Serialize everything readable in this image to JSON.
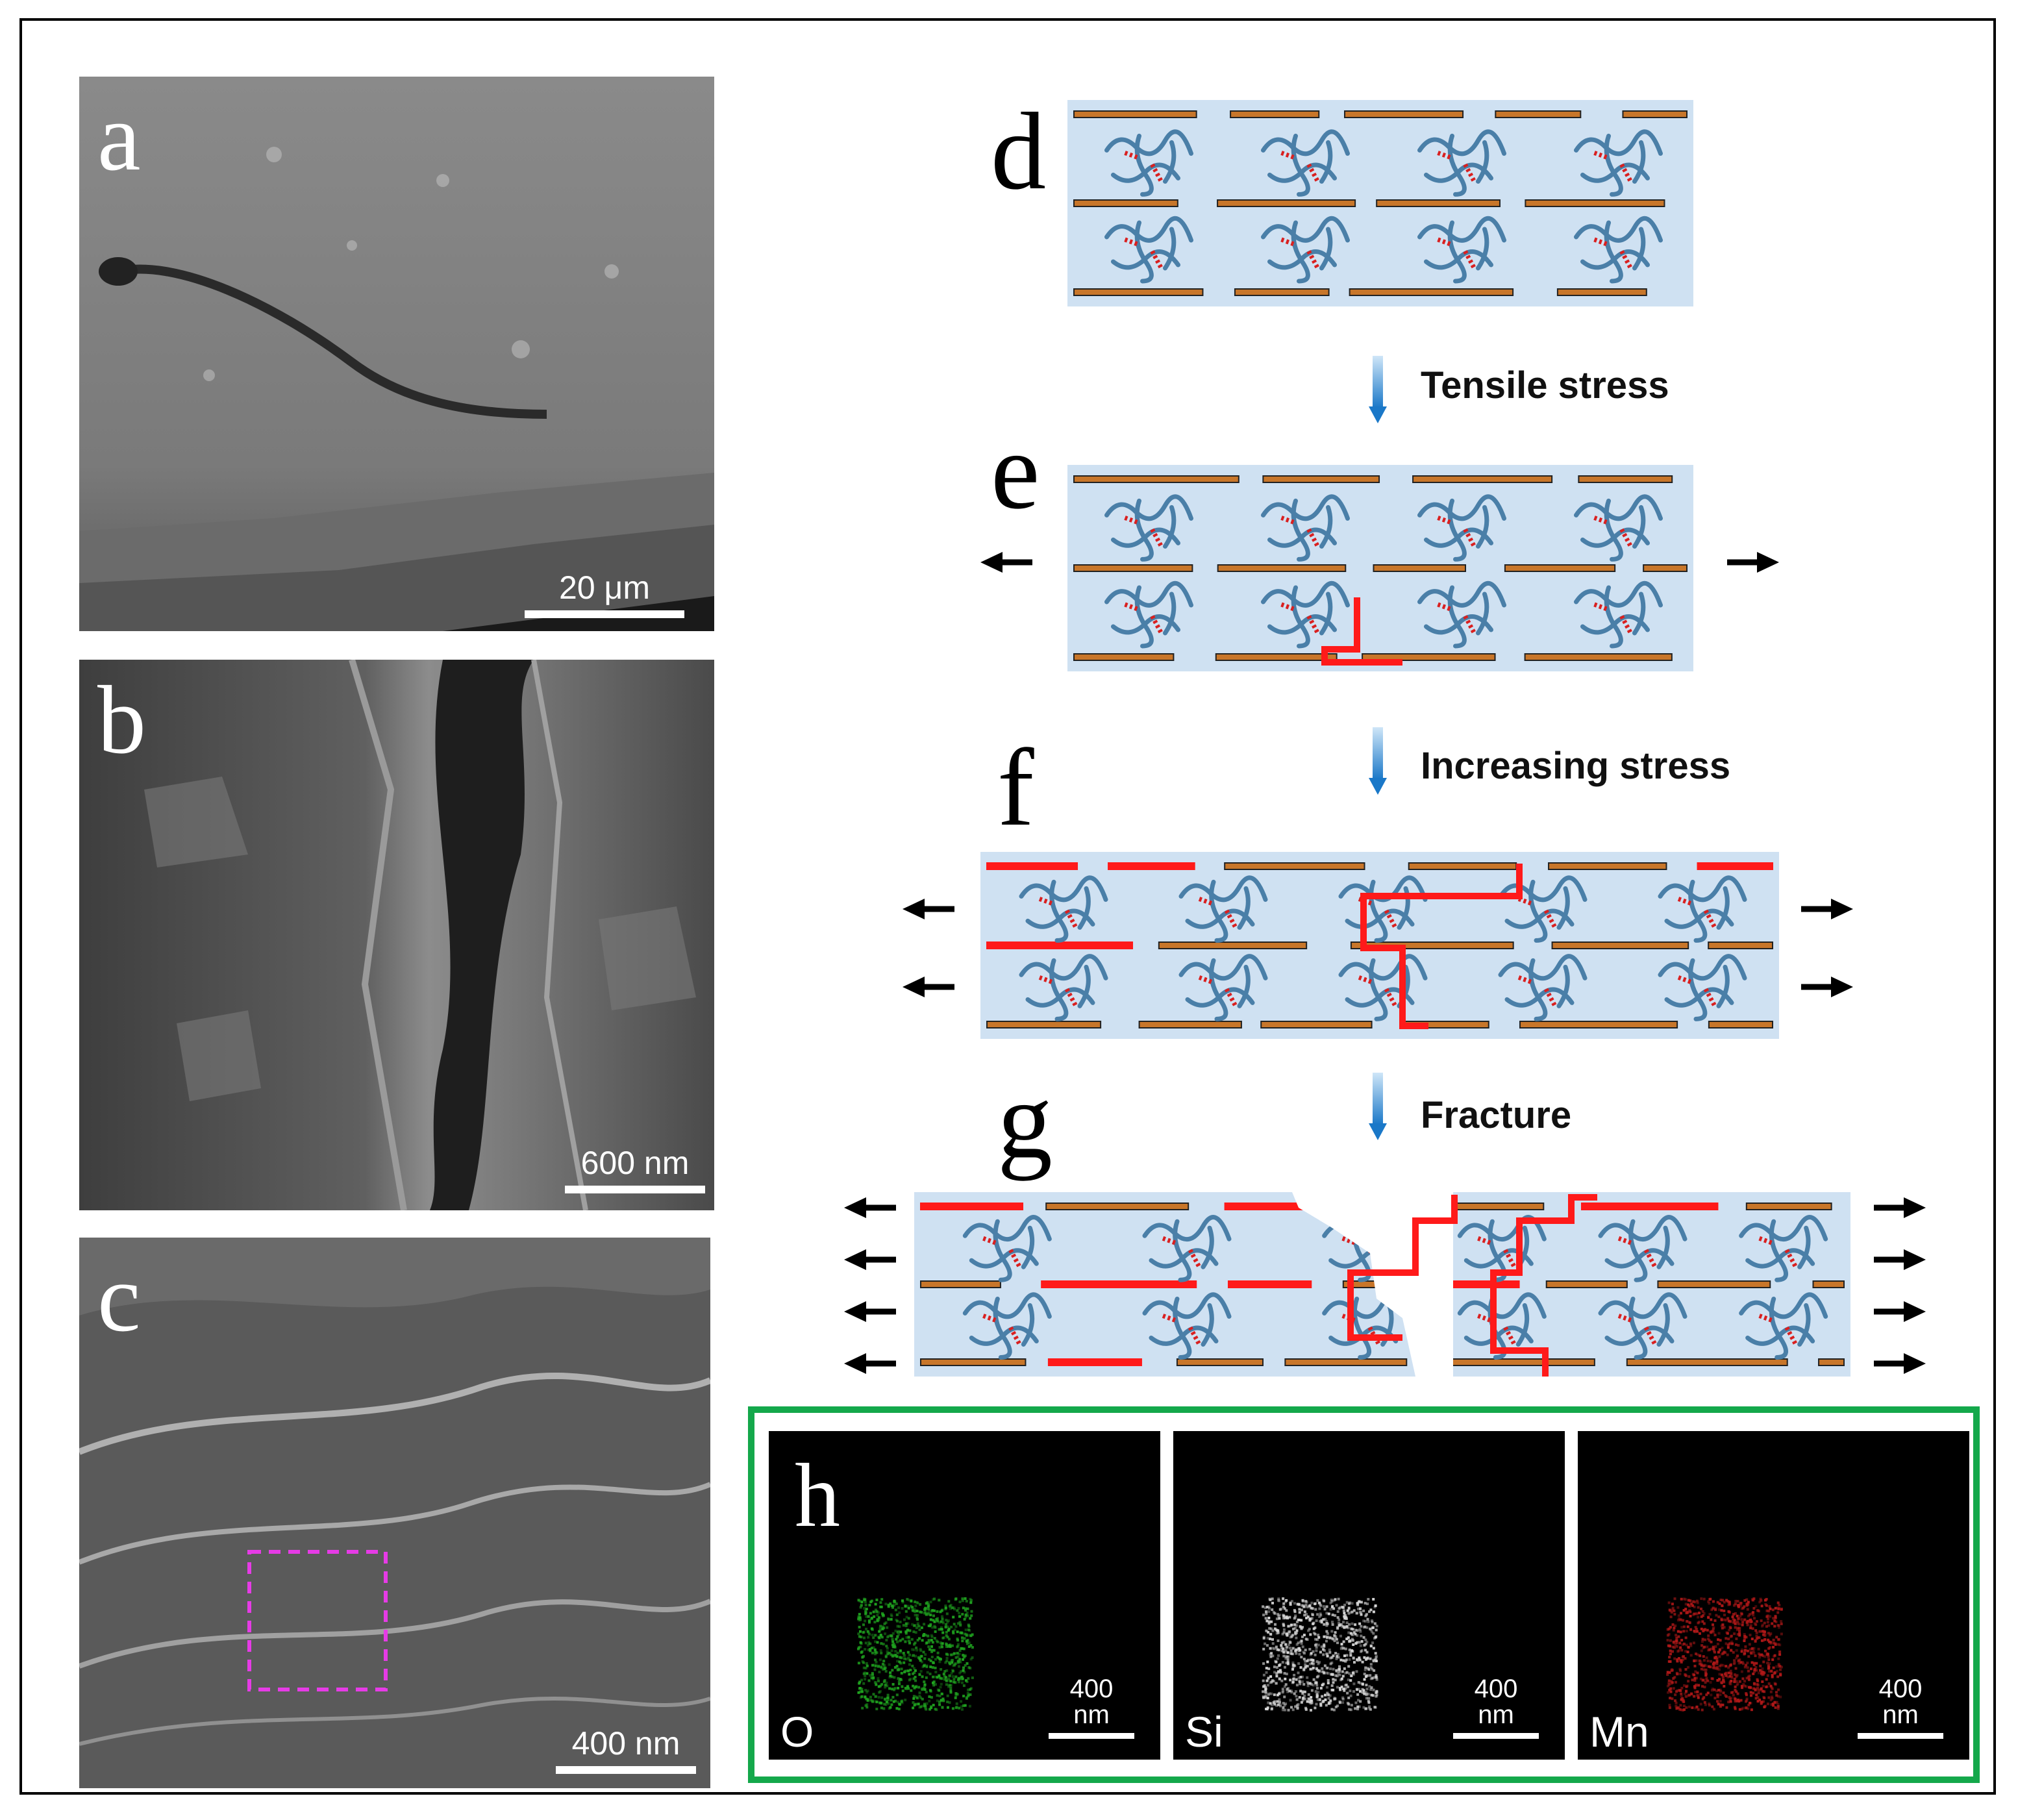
{
  "panels": {
    "a": {
      "letter": "a",
      "scale": "20 μm"
    },
    "b": {
      "letter": "b",
      "scale": "600 nm"
    },
    "c": {
      "letter": "c",
      "scale": "400 nm"
    },
    "d": {
      "letter": "d"
    },
    "e": {
      "letter": "e"
    },
    "f": {
      "letter": "f"
    },
    "g": {
      "letter": "g"
    },
    "h": {
      "letter": "h"
    }
  },
  "stages": {
    "tensile": "Tensile stress",
    "increasing": "Increasing stress",
    "fracture": "Fracture"
  },
  "edx": [
    {
      "element": "O",
      "scale": "400 nm",
      "color": "#1fa31f"
    },
    {
      "element": "Si",
      "scale": "400 nm",
      "color": "#d8d8d8"
    },
    {
      "element": "Mn",
      "scale": "400 nm",
      "color": "#b01818"
    }
  ],
  "colors": {
    "matrix": "#cfe1f2",
    "polymer": "#4a7fa8",
    "crosslink": "#d92020",
    "platelet": "#c8762a",
    "crack": "#ff1a1a",
    "frame_green": "#14a84b",
    "highlight_box": "#e63be6"
  }
}
